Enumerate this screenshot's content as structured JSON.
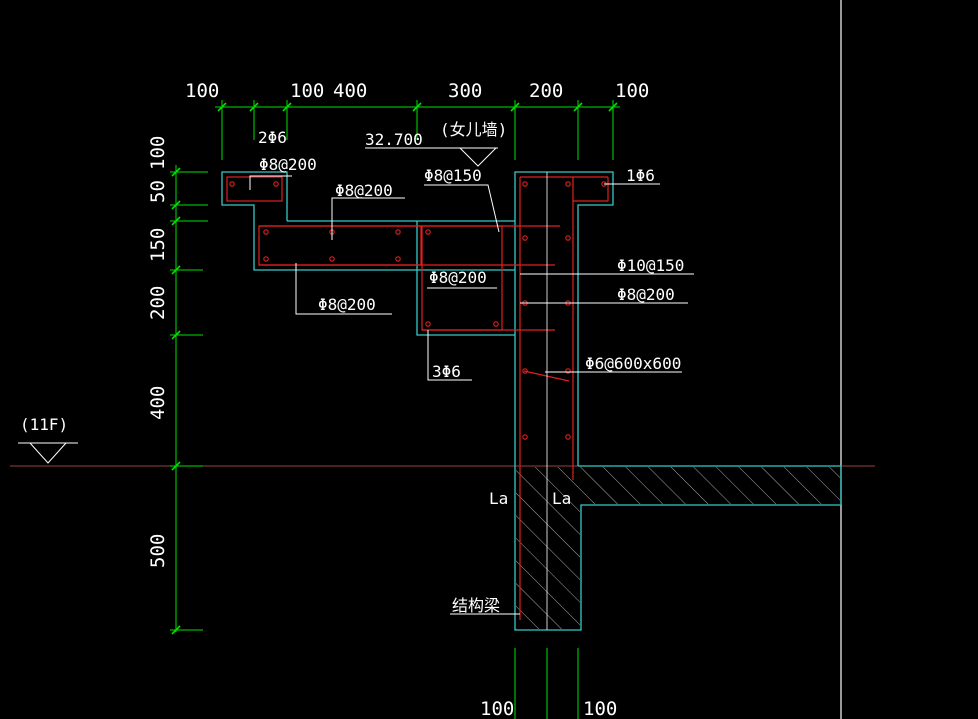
{
  "colors": {
    "background": "#000000",
    "dimension": "#00e000",
    "outline": "#36c8c8",
    "rebar": "#e02020",
    "text": "#ffffff",
    "grid": "#9a4040",
    "hatch": "#a8a8a8"
  },
  "dimensions_top": [
    "100",
    "100",
    "400",
    "300",
    "200",
    "100"
  ],
  "dimensions_left": [
    "100",
    "50",
    "150",
    "200",
    "400",
    "500"
  ],
  "dimensions_bottom": [
    "100",
    "100"
  ],
  "elevation": {
    "value": "32.700",
    "floor": "(11F)"
  },
  "labels": {
    "parapet": "(女儿墙)",
    "top_bars": "2Φ6",
    "cap_stirrup": "Φ8@200",
    "slab_bars": "Φ8@200",
    "wall_bars_top": "Φ8@150",
    "drip_bar": "1Φ6",
    "beam_stirrup": "Φ8@200",
    "lower_slab_bars": "Φ8@200",
    "beam_bottom_bars": "3Φ6",
    "wall_vertical": "Φ10@150",
    "wall_horizontal": "Φ8@200",
    "tie_bars": "Φ6@600x600",
    "anchor_left": "La",
    "anchor_right": "La",
    "structural_beam": "结构梁"
  }
}
